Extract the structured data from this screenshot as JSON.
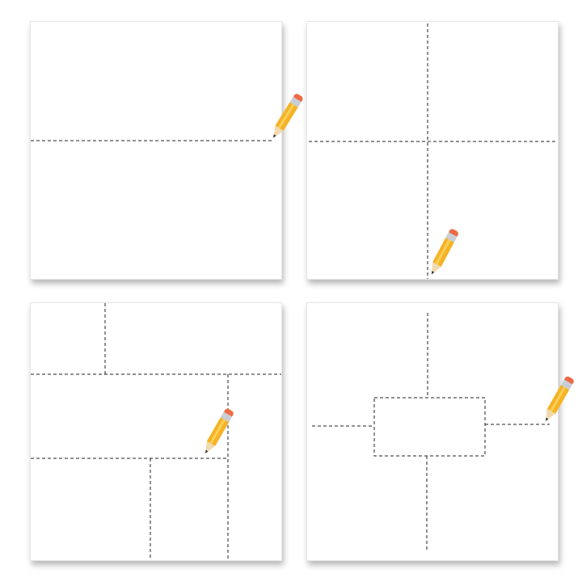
{
  "colors": {
    "page": "#ffffff",
    "panel": "#ffffff",
    "cut_line": "#222222",
    "pencil_body": "#f5b325",
    "pencil_ferrule": "#c9ced4",
    "pencil_eraser": "#ee6a45",
    "pencil_wood": "#f1d9b0",
    "pencil_lead": "#333333"
  },
  "icons": [
    "pencil-icon"
  ],
  "panels": [
    {
      "name": "one-horizontal-fold"
    },
    {
      "name": "quarter-folds"
    },
    {
      "name": "brick-folds"
    },
    {
      "name": "center-rectangle-folds"
    }
  ]
}
